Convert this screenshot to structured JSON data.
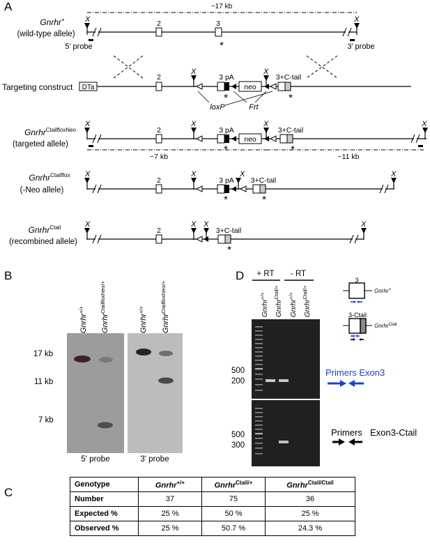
{
  "panels": {
    "a": "A",
    "b": "B",
    "c": "C",
    "d": "D"
  },
  "panel_a": {
    "size_top": "~17 kb",
    "size_left": "~7 kb",
    "size_right": "~11 kb",
    "x_site": "X",
    "asterisk": "*",
    "probe5": "5’ probe",
    "probe3": "3’ probe",
    "gene": "Gnrhr",
    "wt_sup": "+",
    "wt_sub": "(wild-type allele)",
    "construct_label": "Targeting construct",
    "dta": "DTa",
    "neo": "neo",
    "loxp": "loxP",
    "frt": "Frt",
    "exon2": "2",
    "exon3": "3",
    "exon3pa": "3 pA",
    "exon3c": "3+C-tail",
    "tneo_sup": "CtailfloxNeo",
    "tneo_sub": "(targeted allele)",
    "flox_sup": "Ctailflox",
    "flox_sub": "(-Neo allele)",
    "ctail_sup": "Ctail",
    "ctail_sub": "(recombined allele)"
  },
  "panel_b": {
    "lane_wt": "Gnrhr",
    "lane_wt_sup": "+/+",
    "lane_tg": "Gnrhr",
    "lane_tg_sup": "CtailfloxNeo/+",
    "sizes": [
      "17 kb",
      "11 kb",
      "7 kb"
    ],
    "probe5": "5' probe",
    "probe3": "3' probe"
  },
  "panel_d": {
    "plus_rt": "+ RT",
    "minus_rt": "- RT",
    "lane_wt": "Gnrhr",
    "lane_wt_sup": "+/+",
    "lane_ct": "Gnrhr",
    "lane_ct_sup": "Ctail/+",
    "m500a": "500",
    "m200": "200",
    "m500b": "500",
    "m300": "300",
    "primers_exon3": "Primers Exon3",
    "primers_word": "Primers",
    "exon3_ctail": "Exon3-Ctail",
    "sch_exon3": "3",
    "sch_ctail": "3-Ctail",
    "sch_gene": "Gnrhr",
    "sch_wt_sup": "+",
    "sch_ct_sup": "Ctail",
    "colors": {
      "blue_primer": "#1f3fd0",
      "black_primer": "#000000"
    }
  },
  "table": {
    "headers": [
      "Genotype",
      "Gnrhr",
      "Gnrhr",
      "Gnrhr"
    ],
    "header_sups": [
      "",
      "+/+",
      "Ctail/+",
      "Ctail/Ctail"
    ],
    "rows": [
      [
        "Number",
        "37",
        "75",
        "36"
      ],
      [
        "Expected %",
        "25 %",
        "50 %",
        "25 %"
      ],
      [
        "Observed %",
        "25 %",
        "50.7 %",
        "24.3 %"
      ]
    ]
  }
}
